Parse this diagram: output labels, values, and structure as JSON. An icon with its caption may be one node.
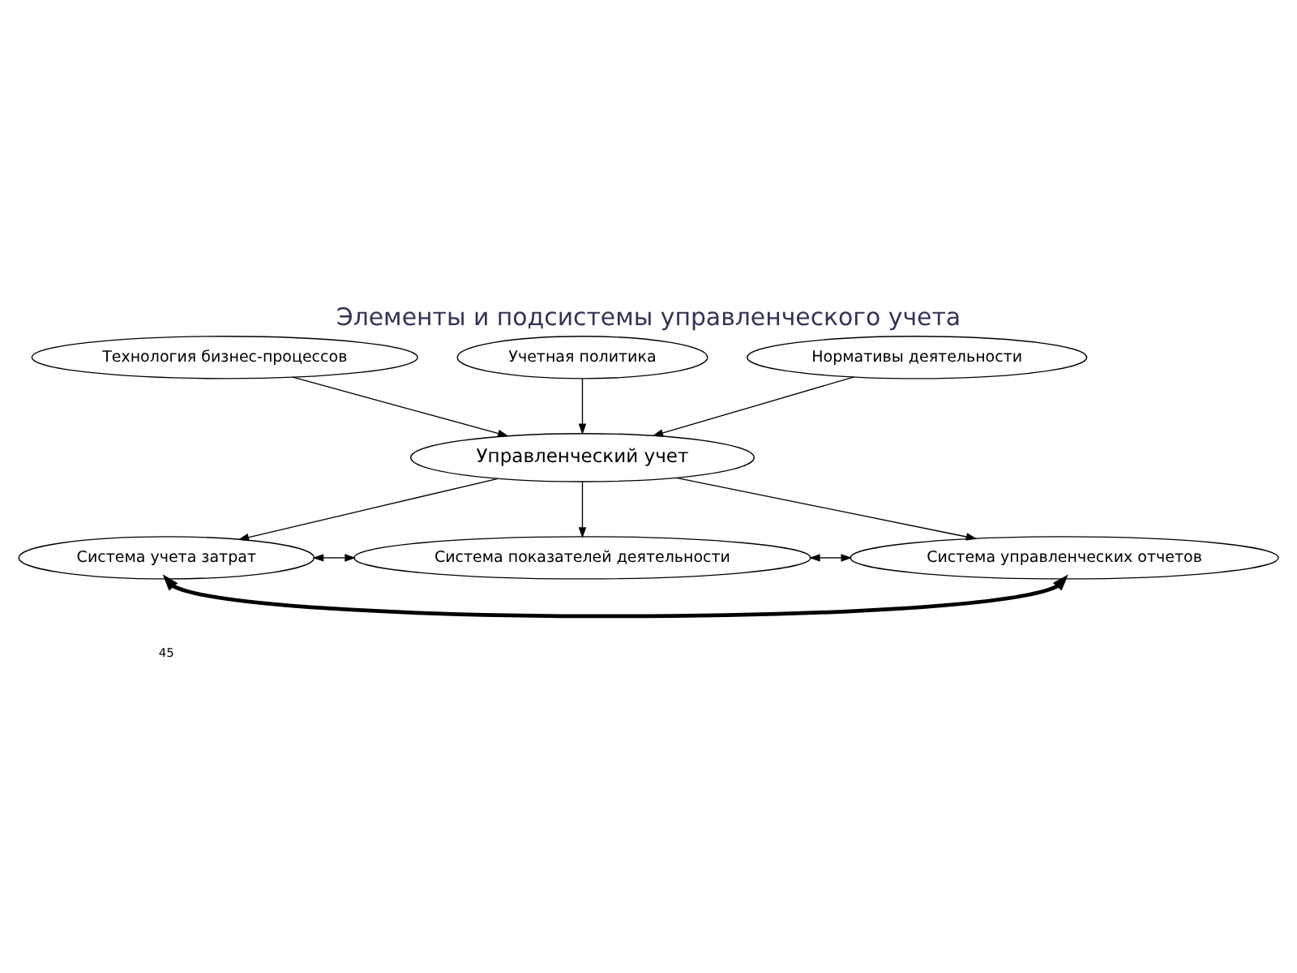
{
  "diagram": {
    "title": "Элементы и подсистемы управленческого учета",
    "nodes": [
      {
        "text": [
          "Технология бизнес-процессов"
        ]
      },
      {
        "text": [
          "Учетная политика"
        ]
      },
      {
        "text": [
          "Нормативы деятельности"
        ]
      },
      {
        "text": [
          "Управленческий учет"
        ]
      },
      {
        "text": [
          "Система учета затрат"
        ]
      },
      {
        "text": [
          "Система показателей деятельности"
        ]
      },
      {
        "text": [
          "Система управленческих отчетов"
        ]
      }
    ],
    "edges": [
      {
        "from": 0,
        "to": 3,
        "arrow": "to"
      },
      {
        "from": 1,
        "to": 3,
        "arrow": "to"
      },
      {
        "from": 2,
        "to": 3,
        "arrow": "to"
      },
      {
        "from": 3,
        "to": 4,
        "arrow": "to"
      },
      {
        "from": 3,
        "to": 5,
        "arrow": "to"
      },
      {
        "from": 3,
        "to": 6,
        "arrow": "to"
      },
      {
        "from": 4,
        "to": 5,
        "arrow": "both"
      },
      {
        "from": 5,
        "to": 6,
        "arrow": "both"
      },
      {
        "from": 4,
        "to": 6,
        "arrow": "both",
        "style": "thick"
      }
    ],
    "labels": [
      "45"
    ]
  }
}
